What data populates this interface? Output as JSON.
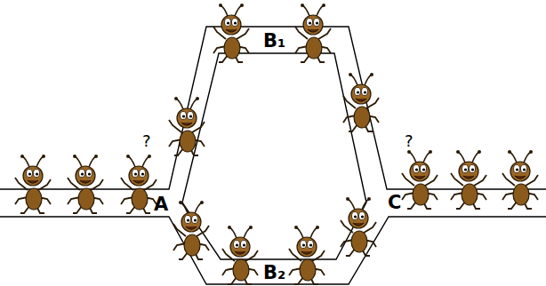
{
  "diagram": {
    "labels": [
      "A",
      "B₁",
      "B₂",
      "C",
      "?",
      "?"
    ]
  }
}
